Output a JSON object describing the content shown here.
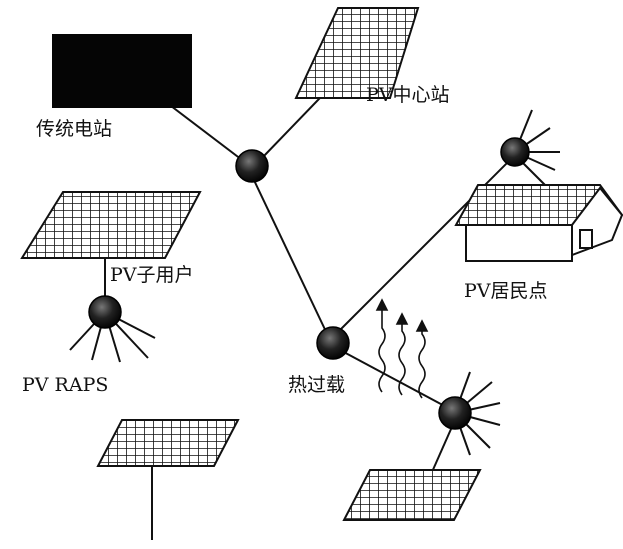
{
  "labels": {
    "traditional_station": "传统电站",
    "pv_central_station": "PV中心站",
    "pv_user": "PV子用户",
    "pv_raps": "PV RAPS",
    "pv_residential": "PV居民点",
    "thermal_overload": "热过载"
  }
}
